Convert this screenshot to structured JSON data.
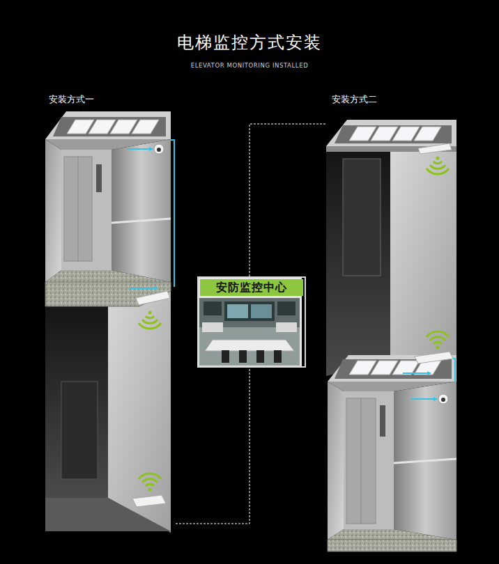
{
  "diagram": {
    "title": "电梯监控方式安装",
    "nodes": [
      {
        "text": [
          "安装方式一"
        ]
      },
      {
        "text": [
          "安防监控中心"
        ]
      },
      {
        "text": [
          "安装方式二"
        ]
      }
    ],
    "edges": [
      {
        "from": 0,
        "to": 1,
        "arrow": "none"
      },
      {
        "from": 1,
        "to": 2,
        "arrow": "none"
      }
    ],
    "labels": [
      "ELEVATOR MONITORING INSTALLED"
    ]
  }
}
